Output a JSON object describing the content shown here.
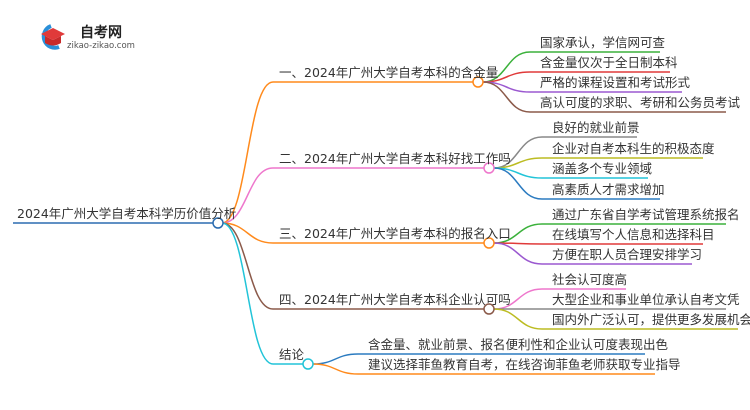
{
  "logo": {
    "title": "自考网",
    "url": "zikao-zikao.com",
    "colors": {
      "cap": "#e03a3a",
      "ring": "#2a8fd8"
    }
  },
  "root": {
    "label": "2024年广州大学自考本科学历价值分析",
    "color": "#2b6cb0"
  },
  "branches": [
    {
      "label": "一、2024年广州大学自考本科的含金量",
      "color": "#ff8a1c",
      "children": [
        {
          "label": "国家承认，学信网可查",
          "color": "#3bb13b"
        },
        {
          "label": "含金量仅次于全日制本科",
          "color": "#e03a3a"
        },
        {
          "label": "严格的课程设置和考试形式",
          "color": "#9b59d0"
        },
        {
          "label": "高认可度的求职、考研和公务员考试",
          "color": "#8b5a4a"
        }
      ]
    },
    {
      "label": "二、2024年广州大学自考本科好找工作吗",
      "color": "#ee77cc",
      "children": [
        {
          "label": "良好的就业前景",
          "color": "#888888"
        },
        {
          "label": "企业对自考本科生的积极态度",
          "color": "#bcbc22"
        },
        {
          "label": "涵盖多个专业领域",
          "color": "#22c4d8"
        },
        {
          "label": "高素质人才需求增加",
          "color": "#2b7bc0"
        }
      ]
    },
    {
      "label": "三、2024年广州大学自考本科的报名入口",
      "color": "#ff8a1c",
      "children": [
        {
          "label": "通过广东省自学考试管理系统报名",
          "color": "#3bb13b"
        },
        {
          "label": "在线填写个人信息和选择科目",
          "color": "#e03a3a"
        },
        {
          "label": "方便在职人员合理安排学习",
          "color": "#9b59d0"
        }
      ]
    },
    {
      "label": "四、2024年广州大学自考本科企业认可吗",
      "color": "#8b5a4a",
      "children": [
        {
          "label": "社会认可度高",
          "color": "#ee77cc"
        },
        {
          "label": "大型企业和事业单位承认自考文凭",
          "color": "#888888"
        },
        {
          "label": "国内外广泛认可，提供更多发展机会",
          "color": "#bcbc22"
        }
      ]
    },
    {
      "label": "结论",
      "color": "#22c4d8",
      "children": [
        {
          "label": "含金量、就业前景、报名便利性和企业认可度表现出色",
          "color": "#2b7bc0"
        },
        {
          "label": "建议选择菲鱼教育自考，在线咨询菲鱼老师获取专业指导",
          "color": "#ff8a1c"
        }
      ]
    }
  ]
}
